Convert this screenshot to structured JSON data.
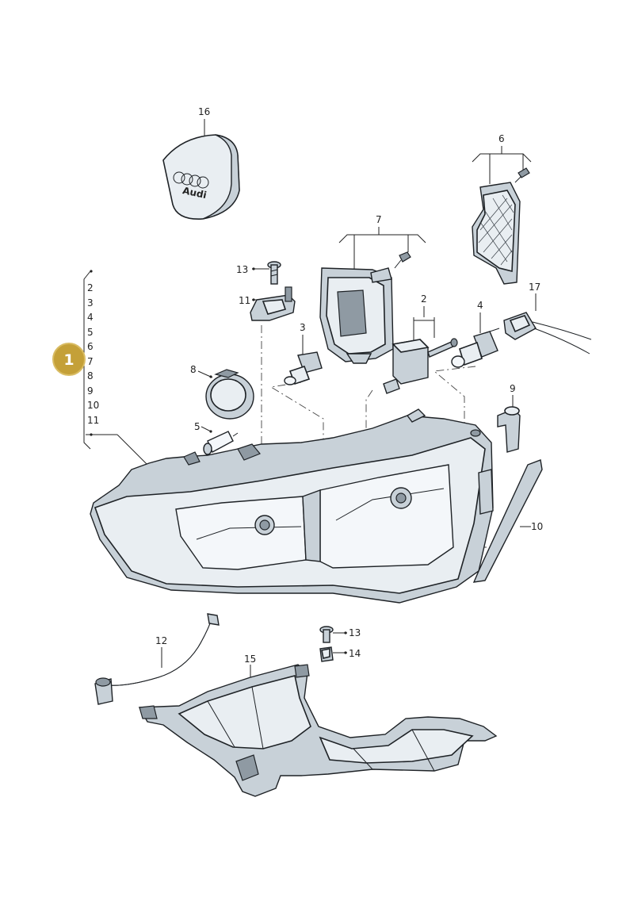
{
  "badge": {
    "label": "1",
    "color": "#c4a038"
  },
  "callouts": [
    {
      "id": "c16",
      "label": "16"
    },
    {
      "id": "c6",
      "label": "6"
    },
    {
      "id": "c7",
      "label": "7"
    },
    {
      "id": "c13a",
      "label": "13"
    },
    {
      "id": "c11",
      "label": "11"
    },
    {
      "id": "c2",
      "label": "2"
    },
    {
      "id": "c3",
      "label": "3"
    },
    {
      "id": "c4",
      "label": "4"
    },
    {
      "id": "c17",
      "label": "17"
    },
    {
      "id": "c8",
      "label": "8"
    },
    {
      "id": "c9",
      "label": "9"
    },
    {
      "id": "c5",
      "label": "5"
    },
    {
      "id": "c10",
      "label": "10"
    },
    {
      "id": "c12",
      "label": "12"
    },
    {
      "id": "c13b",
      "label": "13"
    },
    {
      "id": "c14",
      "label": "14"
    },
    {
      "id": "c15",
      "label": "15"
    }
  ],
  "sublist": [
    "2",
    "3",
    "4",
    "5",
    "6",
    "7",
    "8",
    "9",
    "10",
    "11"
  ],
  "logo_text": "Audi"
}
